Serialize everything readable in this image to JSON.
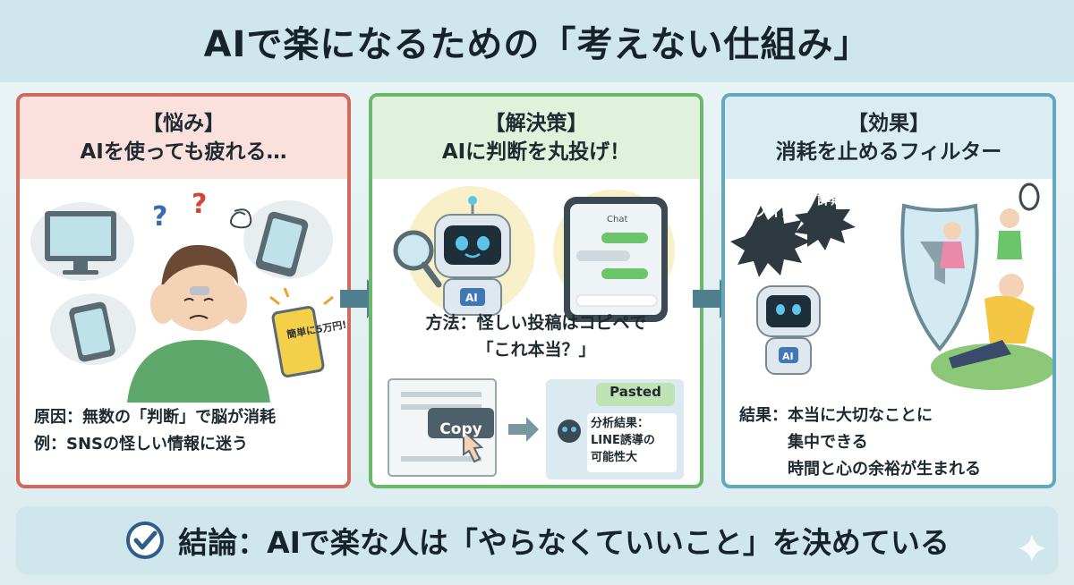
{
  "title": "AIで楽になるための「考えない仕組み」",
  "panels": [
    {
      "tag": "【悩み】",
      "subtitle": "AIを使っても疲れる…",
      "sticker": "簡単に5万円!",
      "lines": [
        "原因：無数の「判断」で脳が消耗",
        "例：SNSの怪しい情報に迷う"
      ]
    },
    {
      "tag": "【解決策】",
      "subtitle": "AIに判断を丸投げ！",
      "phone_header": "Chat",
      "robot_badge": "AI",
      "method_line1": "方法：怪しい投稿はコピペで",
      "method_line2": "「これ本当？」",
      "copy_label": "Copy",
      "pasted_label": "Pasted",
      "result_lines": [
        "分析結果：",
        "LINE誘導の",
        "可能性大"
      ]
    },
    {
      "tag": "【効果】",
      "subtitle": "消耗を止めるフィルター",
      "noise_label": "ノイズ",
      "scam_label": "詐欺",
      "robot_badge": "AI",
      "lines": [
        "結果：本当に大切なことに",
        "集中できる",
        "時間と心の余裕が生まれる"
      ]
    }
  ],
  "conclusion": "結論：AIで楽な人は「やらなくていいこと」を決めている",
  "colors": {
    "worry": "#d06a5c",
    "solution": "#6cb86b",
    "effect": "#62a9bd",
    "arrow": "#4f7f8c"
  },
  "icons": [
    "monitor-icon",
    "smartphone-icon",
    "question-mark-icon",
    "robot-icon",
    "magnifier-icon",
    "chat-phone-icon",
    "copy-button-icon",
    "hand-cursor-icon",
    "shield-icon",
    "funnel-icon",
    "checkmark-icon",
    "sparkle-icon",
    "arrow-right-icon"
  ]
}
